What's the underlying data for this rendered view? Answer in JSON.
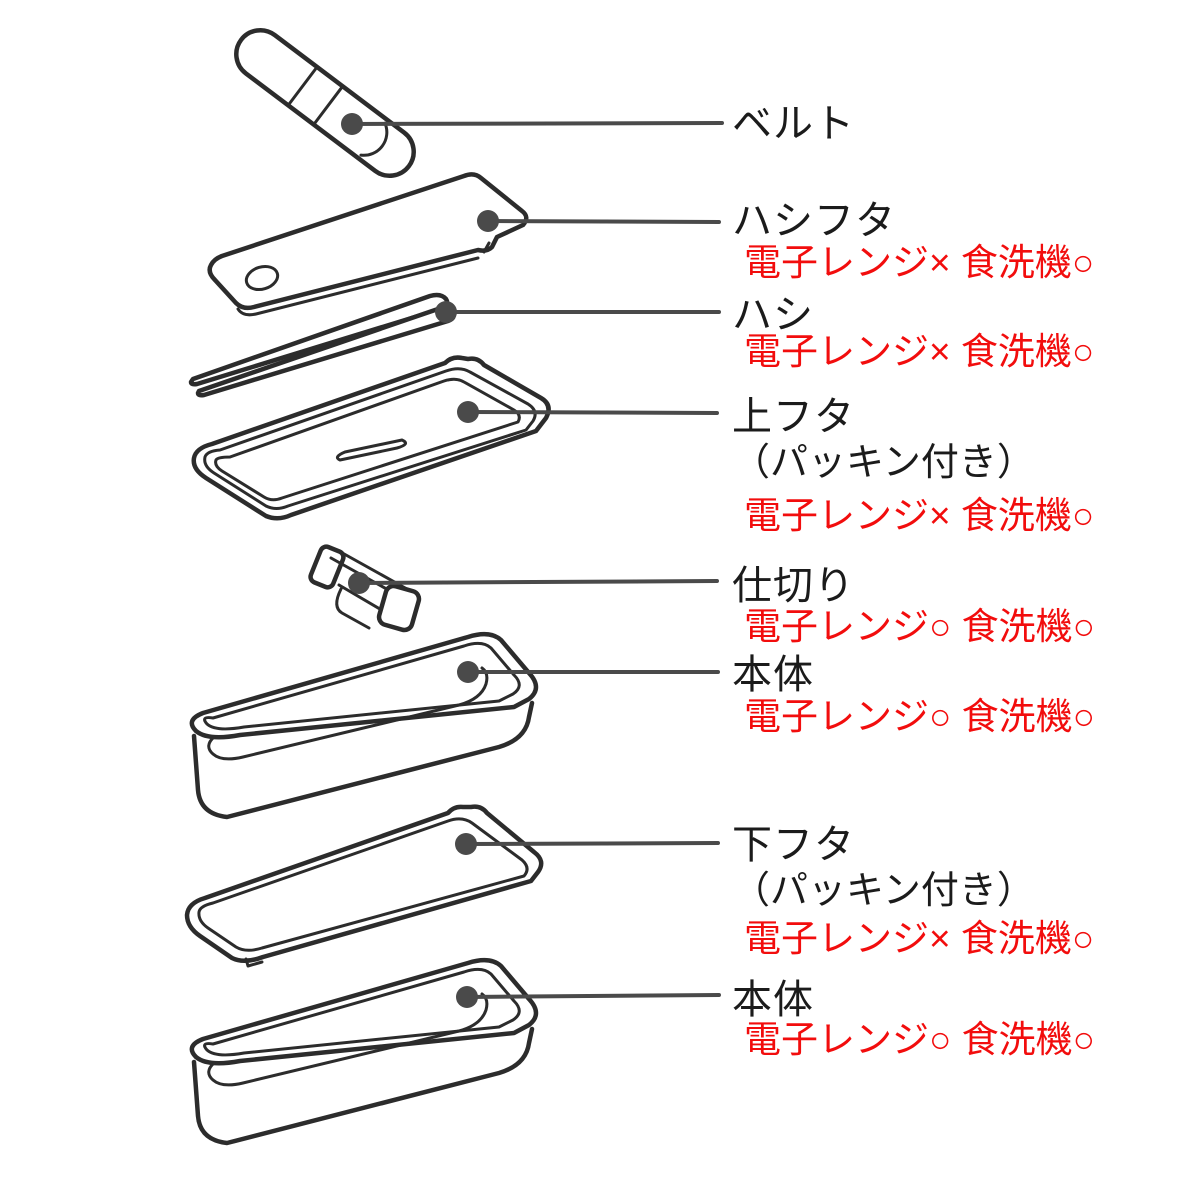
{
  "diagram": {
    "type": "exploded-parts-diagram",
    "subject": "lunch box components",
    "colors": {
      "background": "#ffffff",
      "outline": "#2c2c2c",
      "leader_line": "#4a4a4a",
      "label_text": "#1b1b1b",
      "note_text": "#f20d0d"
    },
    "symbols": {
      "not_allowed": "×",
      "allowed": "○"
    },
    "parts": [
      {
        "name": "belt",
        "label": "ベルト"
      },
      {
        "name": "chopsticks-lid",
        "label": "ハシフタ",
        "note": "電子レンジ× 食洗機○"
      },
      {
        "name": "chopsticks",
        "label": "ハシ",
        "note": "電子レンジ× 食洗機○"
      },
      {
        "name": "upper-lid",
        "label": "上フタ",
        "sublabel": "（パッキン付き）",
        "note": "電子レンジ× 食洗機○"
      },
      {
        "name": "divider",
        "label": "仕切り",
        "note": "電子レンジ○ 食洗機○"
      },
      {
        "name": "body-upper",
        "label": "本体",
        "note": "電子レンジ○ 食洗機○"
      },
      {
        "name": "lower-lid",
        "label": "下フタ",
        "sublabel": "（パッキン付き）",
        "note": "電子レンジ× 食洗機○"
      },
      {
        "name": "body-lower",
        "label": "本体",
        "note": "電子レンジ○ 食洗機○"
      }
    ]
  }
}
